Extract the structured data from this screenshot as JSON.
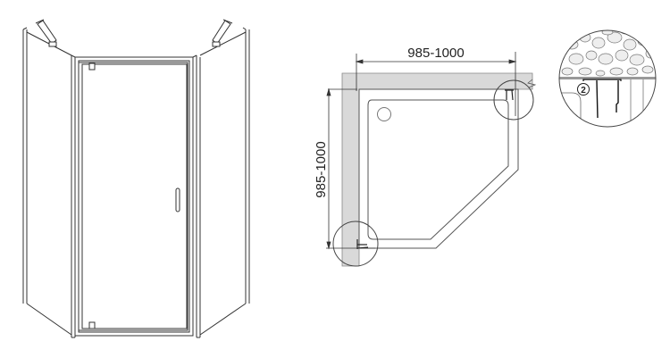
{
  "diagram": {
    "subject": "Pentagonal corner shower enclosure with pivot door",
    "views": [
      {
        "id": "front-view",
        "label": "Front elevation of enclosure"
      },
      {
        "id": "plan-view",
        "label": "Top plan view of shower tray"
      },
      {
        "id": "detail-view",
        "label": "Wall profile detail"
      }
    ],
    "dimensions": {
      "width_label": "985-1000",
      "depth_label": "985-1000"
    },
    "callouts": {
      "detail_number": "2"
    },
    "colors": {
      "line": "#333333",
      "wall_fill": "#d9d9d9",
      "background": "#ffffff"
    }
  }
}
